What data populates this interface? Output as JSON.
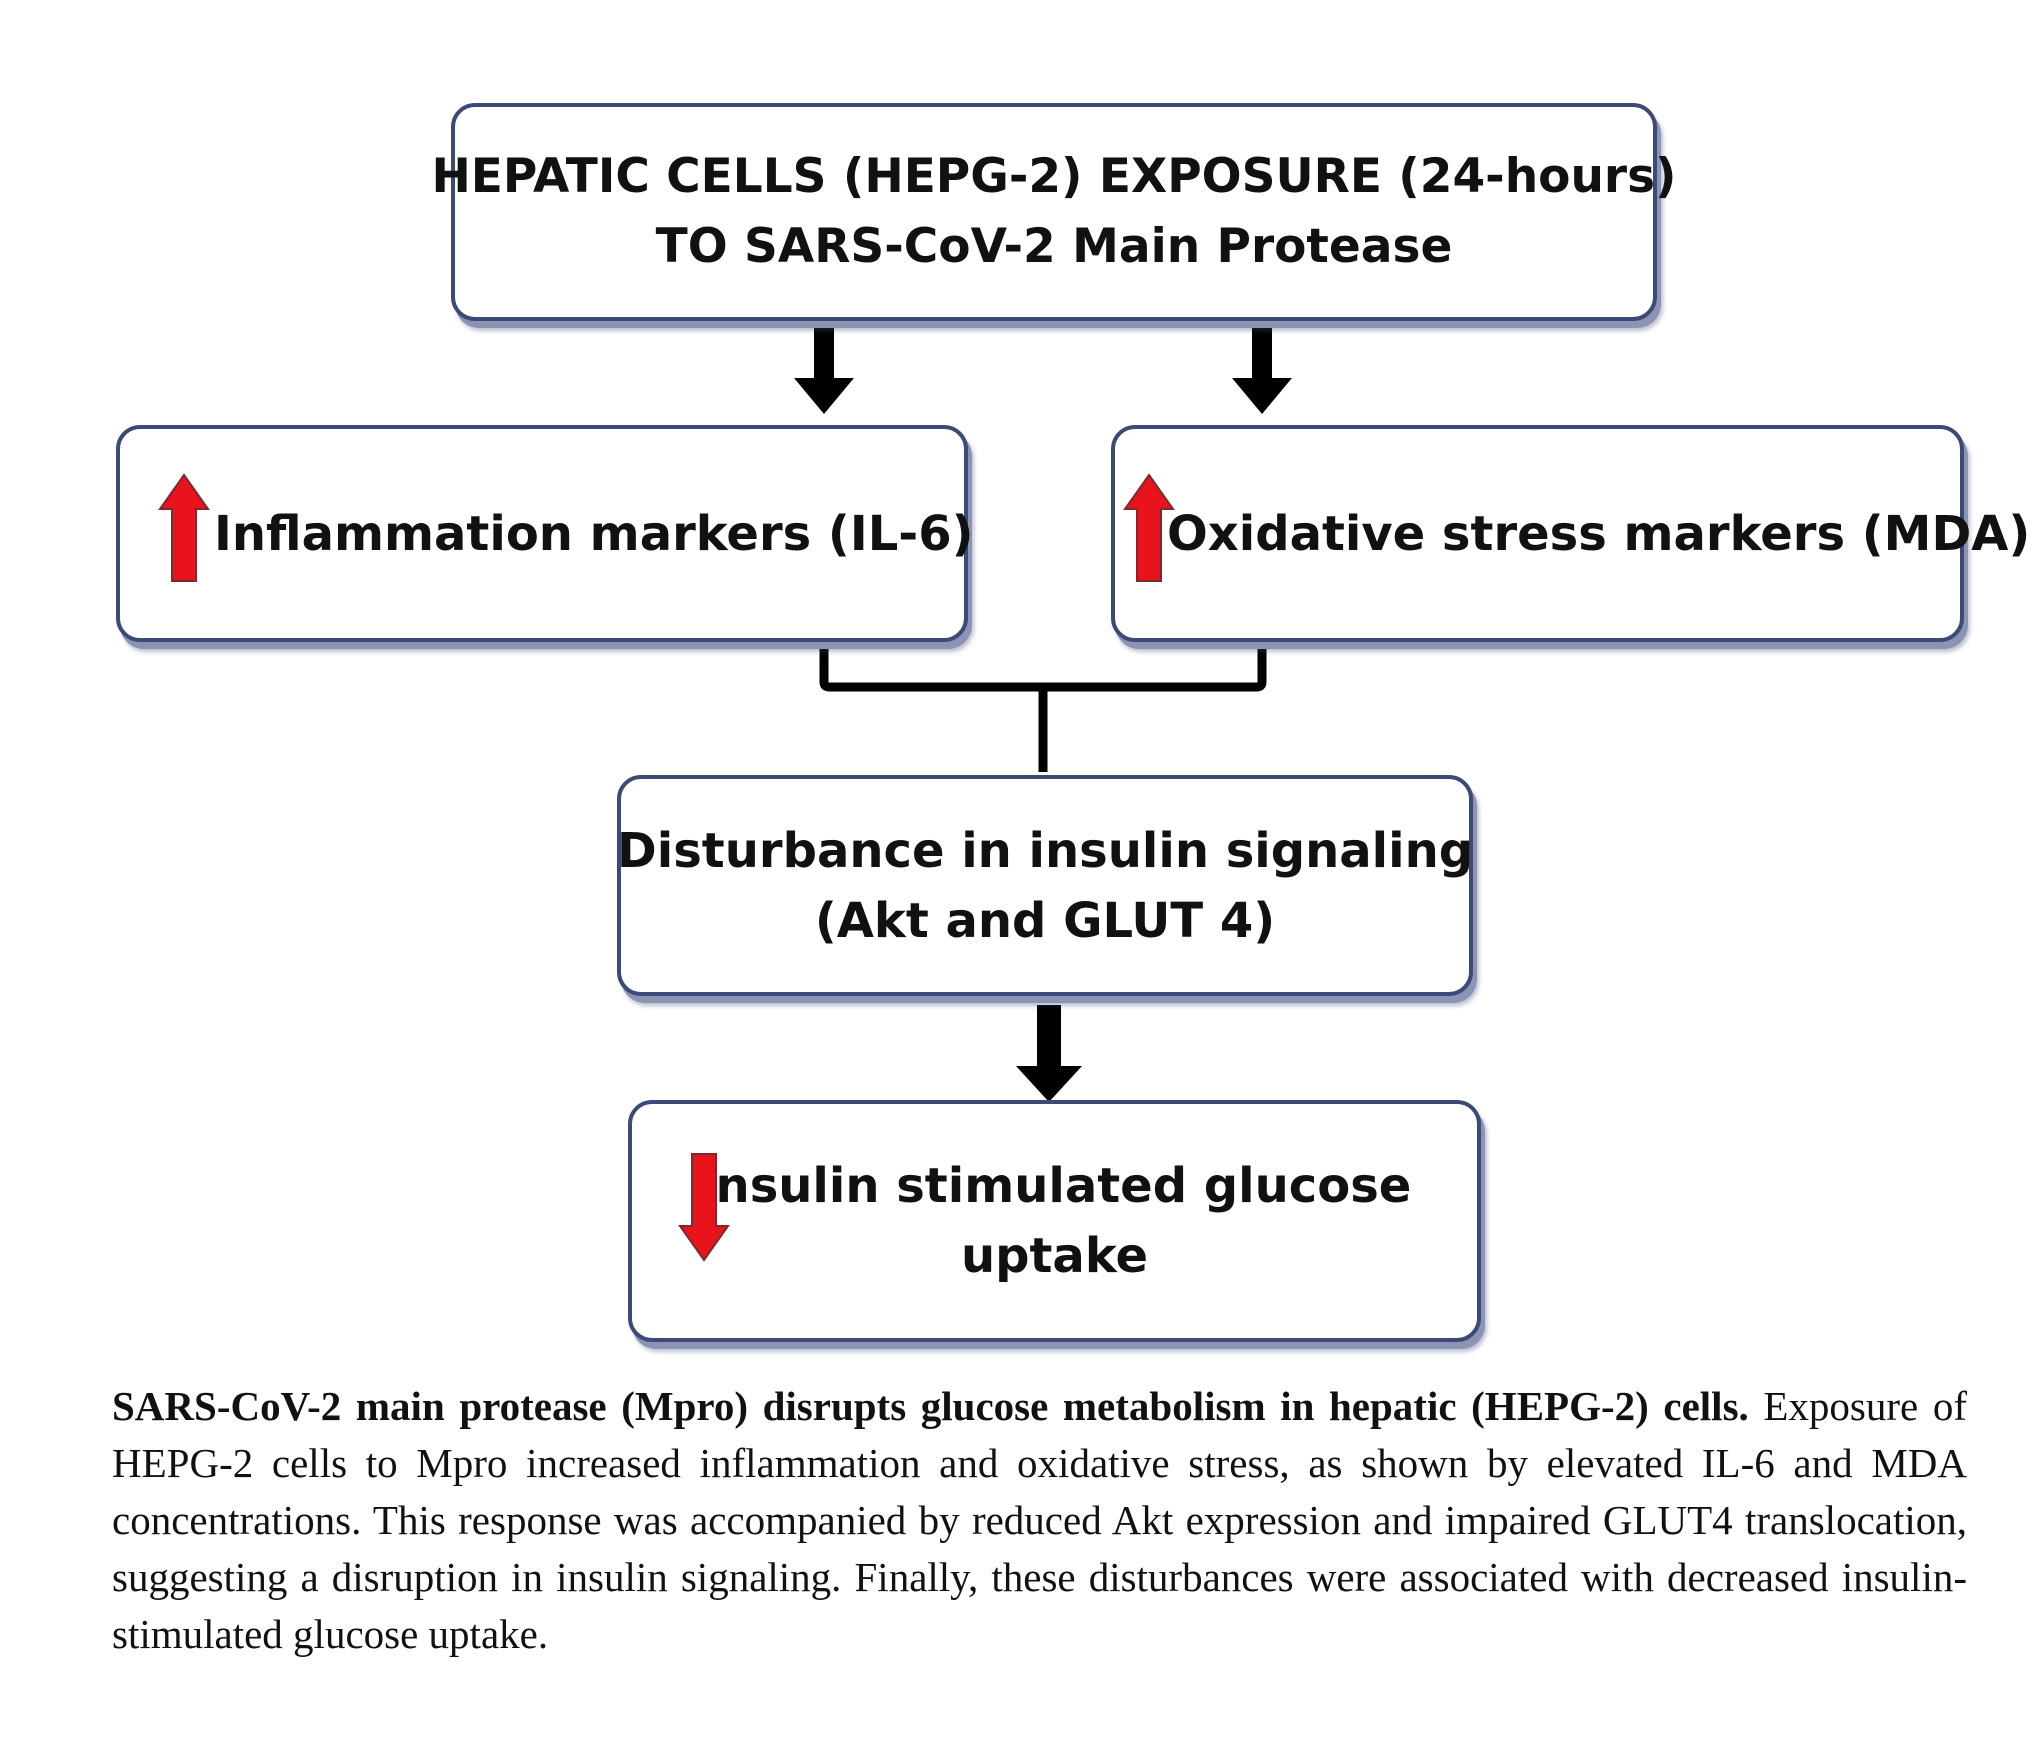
{
  "diagram": {
    "top_box": {
      "line1": "HEPATIC CELLS (HEPG-2) EXPOSURE (24-hours)",
      "line2": "TO SARS-CoV-2 Main Protease"
    },
    "left_box": {
      "label": "Inflammation markers (IL-6)",
      "indicator": "up-arrow-icon"
    },
    "right_box": {
      "label": "Oxidative stress markers (MDA)",
      "indicator": "up-arrow-icon"
    },
    "middle_box": {
      "line1": "Disturbance in insulin signaling",
      "line2": "(Akt and GLUT 4)"
    },
    "bottom_box": {
      "line1": "Insulin stimulated glucose",
      "line2": "uptake",
      "indicator": "down-arrow-icon"
    },
    "colors": {
      "box_border": "#3c4a78",
      "indicator_arrow": "#e8131b",
      "connector": "#000000"
    }
  },
  "caption": {
    "title": "SARS-CoV-2 main protease (Mpro) disrupts glucose metabolism in hepatic (HEPG-2) cells.",
    "body": "Exposure of HEPG-2 cells to Mpro increased inflammation and oxidative stress, as shown by elevated IL-6 and MDA concentrations. This response was accompanied by reduced Akt expression and impaired GLUT4 translocation, suggesting a disruption in insulin signaling. Finally, these disturbances were associated with decreased insulin-stimulated glucose uptake."
  }
}
